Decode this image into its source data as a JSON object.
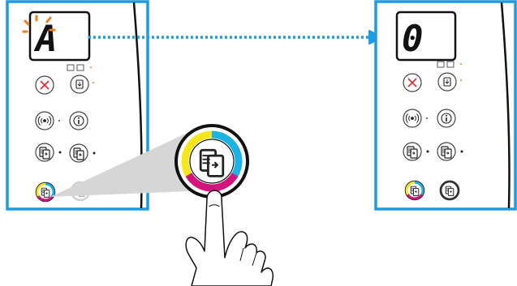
{
  "left_panel": {
    "display_char": "A",
    "display_state": "blinking",
    "color_copy_button": "lit",
    "black_copy_button": "unlit"
  },
  "right_panel": {
    "display_char": "0",
    "color_copy_button": "lit",
    "black_copy_button": "lit"
  },
  "zoom_callout": {
    "button": "color-copy-button",
    "action": "press"
  },
  "colors": {
    "panel_border": "#1b9ce3",
    "arrow": "#1b9ce3",
    "cancel": "#e8232f",
    "cyan": "#19b3e6",
    "magenta": "#d4147c",
    "yellow": "#f6e61b",
    "blink": "#f07d18"
  },
  "icons": [
    "cancel-icon",
    "resume-icon",
    "wireless-icon",
    "info-icon",
    "black-copy-icon",
    "color-copy-icon",
    "pointing-hand-icon"
  ]
}
